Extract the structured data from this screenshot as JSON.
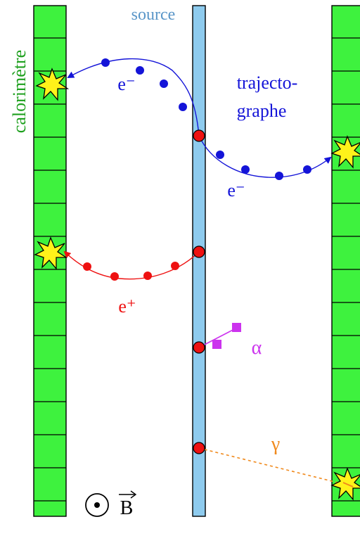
{
  "labels": {
    "source": "source",
    "calorimeter": "calorimètre",
    "tracker_line1": "trajecto-",
    "tracker_line2": "graphe",
    "electron_top": "e⁻",
    "electron_right": "e⁻",
    "positron": "e⁺",
    "alpha": "α",
    "gamma": "γ",
    "field_symbol": "B"
  },
  "colors": {
    "calorimeter_fill": "#3ef23e",
    "source_fill": "#8ecbee",
    "electron": "#1414d8",
    "positron": "#ee1111",
    "alpha": "#cc33ee",
    "gamma": "#f08a1e",
    "label_source": "#5a96c8",
    "label_calorimeter": "#1ea01e",
    "label_tracker": "#1414d8",
    "hit_star_fill": "#fff21a"
  },
  "icons": {
    "field": "out-of-page-field-icon",
    "hit": "energy-deposit-star-icon"
  }
}
